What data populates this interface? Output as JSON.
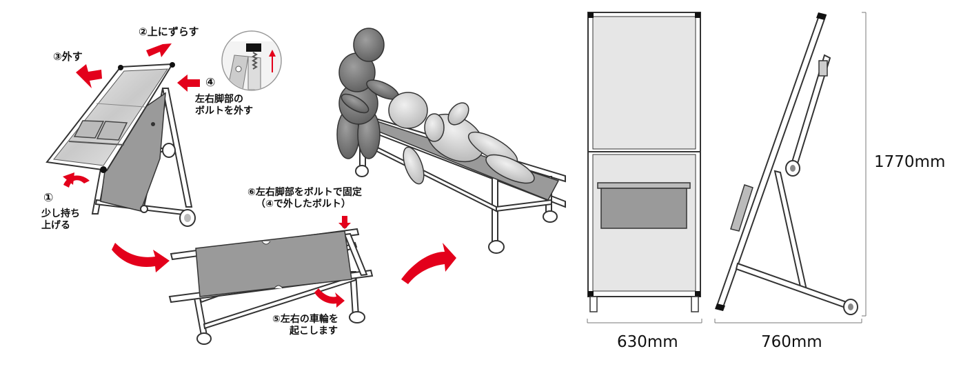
{
  "steps": {
    "step1": {
      "num": "①",
      "line1": "少し持ち",
      "line2": "上げる"
    },
    "step2": {
      "num": "②",
      "text": "上にずらす"
    },
    "step3": {
      "num": "③",
      "text": "外す"
    },
    "step4": {
      "num": "④",
      "line1": "左右脚部の",
      "line2": "ボルトを外す"
    },
    "step5": {
      "num": "⑤",
      "line1": "左右の車輪を",
      "line2": "起こします"
    },
    "step6": {
      "num": "⑥",
      "line1": "左右脚部をボルトで固定",
      "line2": "（④で外したボルト）"
    }
  },
  "dimensions": {
    "width": "630mm",
    "depth": "760mm",
    "height": "1770mm"
  },
  "colors": {
    "arrow": "#e3001b",
    "frame": "#333333",
    "panel": "#e6e6e6",
    "fabric": "#9a9a9a",
    "figure": "#7a7a7a"
  },
  "icons": [
    "red-arrow-icon",
    "bolt-icon",
    "wheel-icon"
  ]
}
